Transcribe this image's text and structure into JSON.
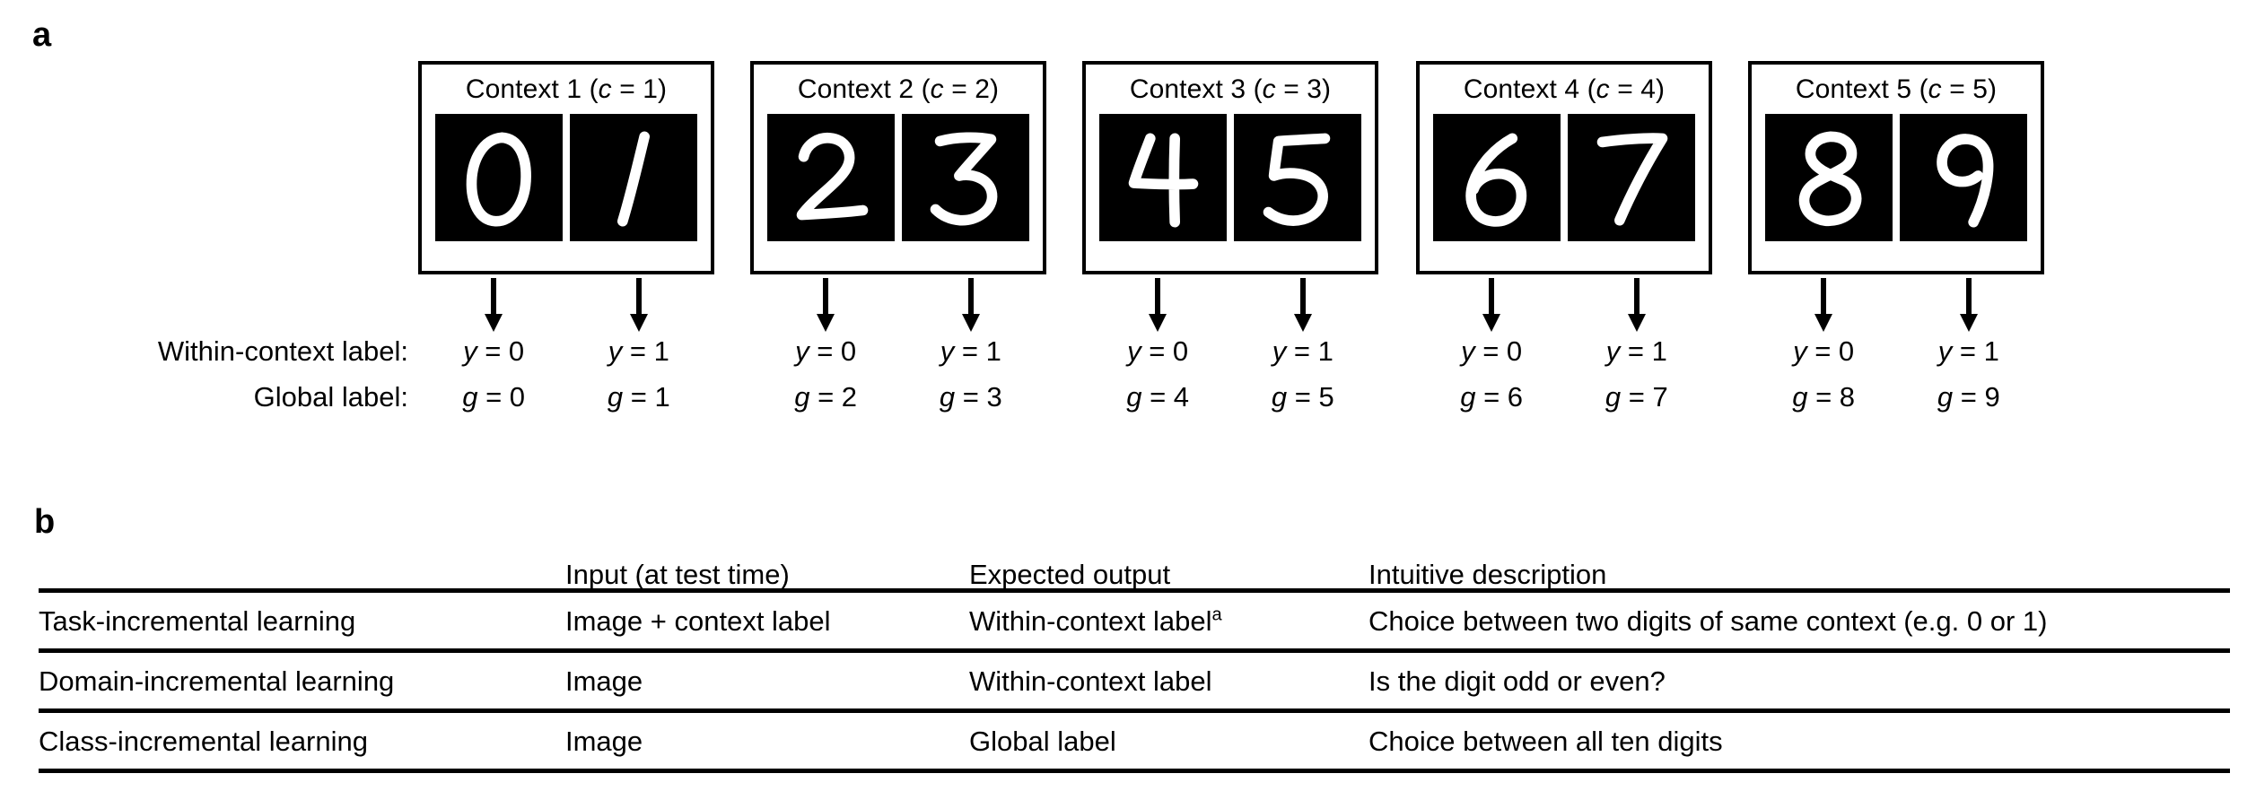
{
  "panel_a": {
    "letter": "a",
    "row_labels": {
      "within_context": "Within-context label:",
      "global": "Global label:"
    },
    "contexts": [
      {
        "title_prefix": "Context 1 (",
        "title_var": "c",
        "title_suffix": " = 1)",
        "digits": [
          {
            "glyph": "0",
            "within_label_var": "y",
            "within_label_val": " = 0",
            "global_label_var": "g",
            "global_label_val": " = 0"
          },
          {
            "glyph": "1",
            "within_label_var": "y",
            "within_label_val": " = 1",
            "global_label_var": "g",
            "global_label_val": " = 1"
          }
        ]
      },
      {
        "title_prefix": "Context 2 (",
        "title_var": "c",
        "title_suffix": " = 2)",
        "digits": [
          {
            "glyph": "2",
            "within_label_var": "y",
            "within_label_val": " = 0",
            "global_label_var": "g",
            "global_label_val": " = 2"
          },
          {
            "glyph": "3",
            "within_label_var": "y",
            "within_label_val": " = 1",
            "global_label_var": "g",
            "global_label_val": " = 3"
          }
        ]
      },
      {
        "title_prefix": "Context 3 (",
        "title_var": "c",
        "title_suffix": " = 3)",
        "digits": [
          {
            "glyph": "4",
            "within_label_var": "y",
            "within_label_val": " = 0",
            "global_label_var": "g",
            "global_label_val": " = 4"
          },
          {
            "glyph": "5",
            "within_label_var": "y",
            "within_label_val": " = 1",
            "global_label_var": "g",
            "global_label_val": " = 5"
          }
        ]
      },
      {
        "title_prefix": "Context 4 (",
        "title_var": "c",
        "title_suffix": " = 4)",
        "digits": [
          {
            "glyph": "6",
            "within_label_var": "y",
            "within_label_val": " = 0",
            "global_label_var": "g",
            "global_label_val": " = 6"
          },
          {
            "glyph": "7",
            "within_label_var": "y",
            "within_label_val": " = 1",
            "global_label_var": "g",
            "global_label_val": " = 7"
          }
        ]
      },
      {
        "title_prefix": "Context 5 (",
        "title_var": "c",
        "title_suffix": " = 5)",
        "digits": [
          {
            "glyph": "8",
            "within_label_var": "y",
            "within_label_val": " = 0",
            "global_label_var": "g",
            "global_label_val": " = 8"
          },
          {
            "glyph": "9",
            "within_label_var": "y",
            "within_label_val": " = 1",
            "global_label_var": "g",
            "global_label_val": " = 9"
          }
        ]
      }
    ]
  },
  "panel_b": {
    "letter": "b",
    "headers": [
      "",
      "Input (at test time)",
      "Expected output",
      "Intuitive description"
    ],
    "rows": [
      {
        "scenario": "Task-incremental learning",
        "input": "Image + context label",
        "expected_output": "Within-context label",
        "expected_output_footnote": "a",
        "description": "Choice between two digits of same context (e.g. 0 or 1)"
      },
      {
        "scenario": "Domain-incremental learning",
        "input": "Image",
        "expected_output": "Within-context label",
        "expected_output_footnote": "",
        "description": "Is the digit odd or even?"
      },
      {
        "scenario": "Class-incremental learning",
        "input": "Image",
        "expected_output": "Global label",
        "expected_output_footnote": "",
        "description": "Choice between all ten digits"
      }
    ]
  },
  "colors": {
    "ink": "#000000",
    "background": "#ffffff",
    "thumb_background": "#000000",
    "thumb_stroke": "#ffffff"
  }
}
